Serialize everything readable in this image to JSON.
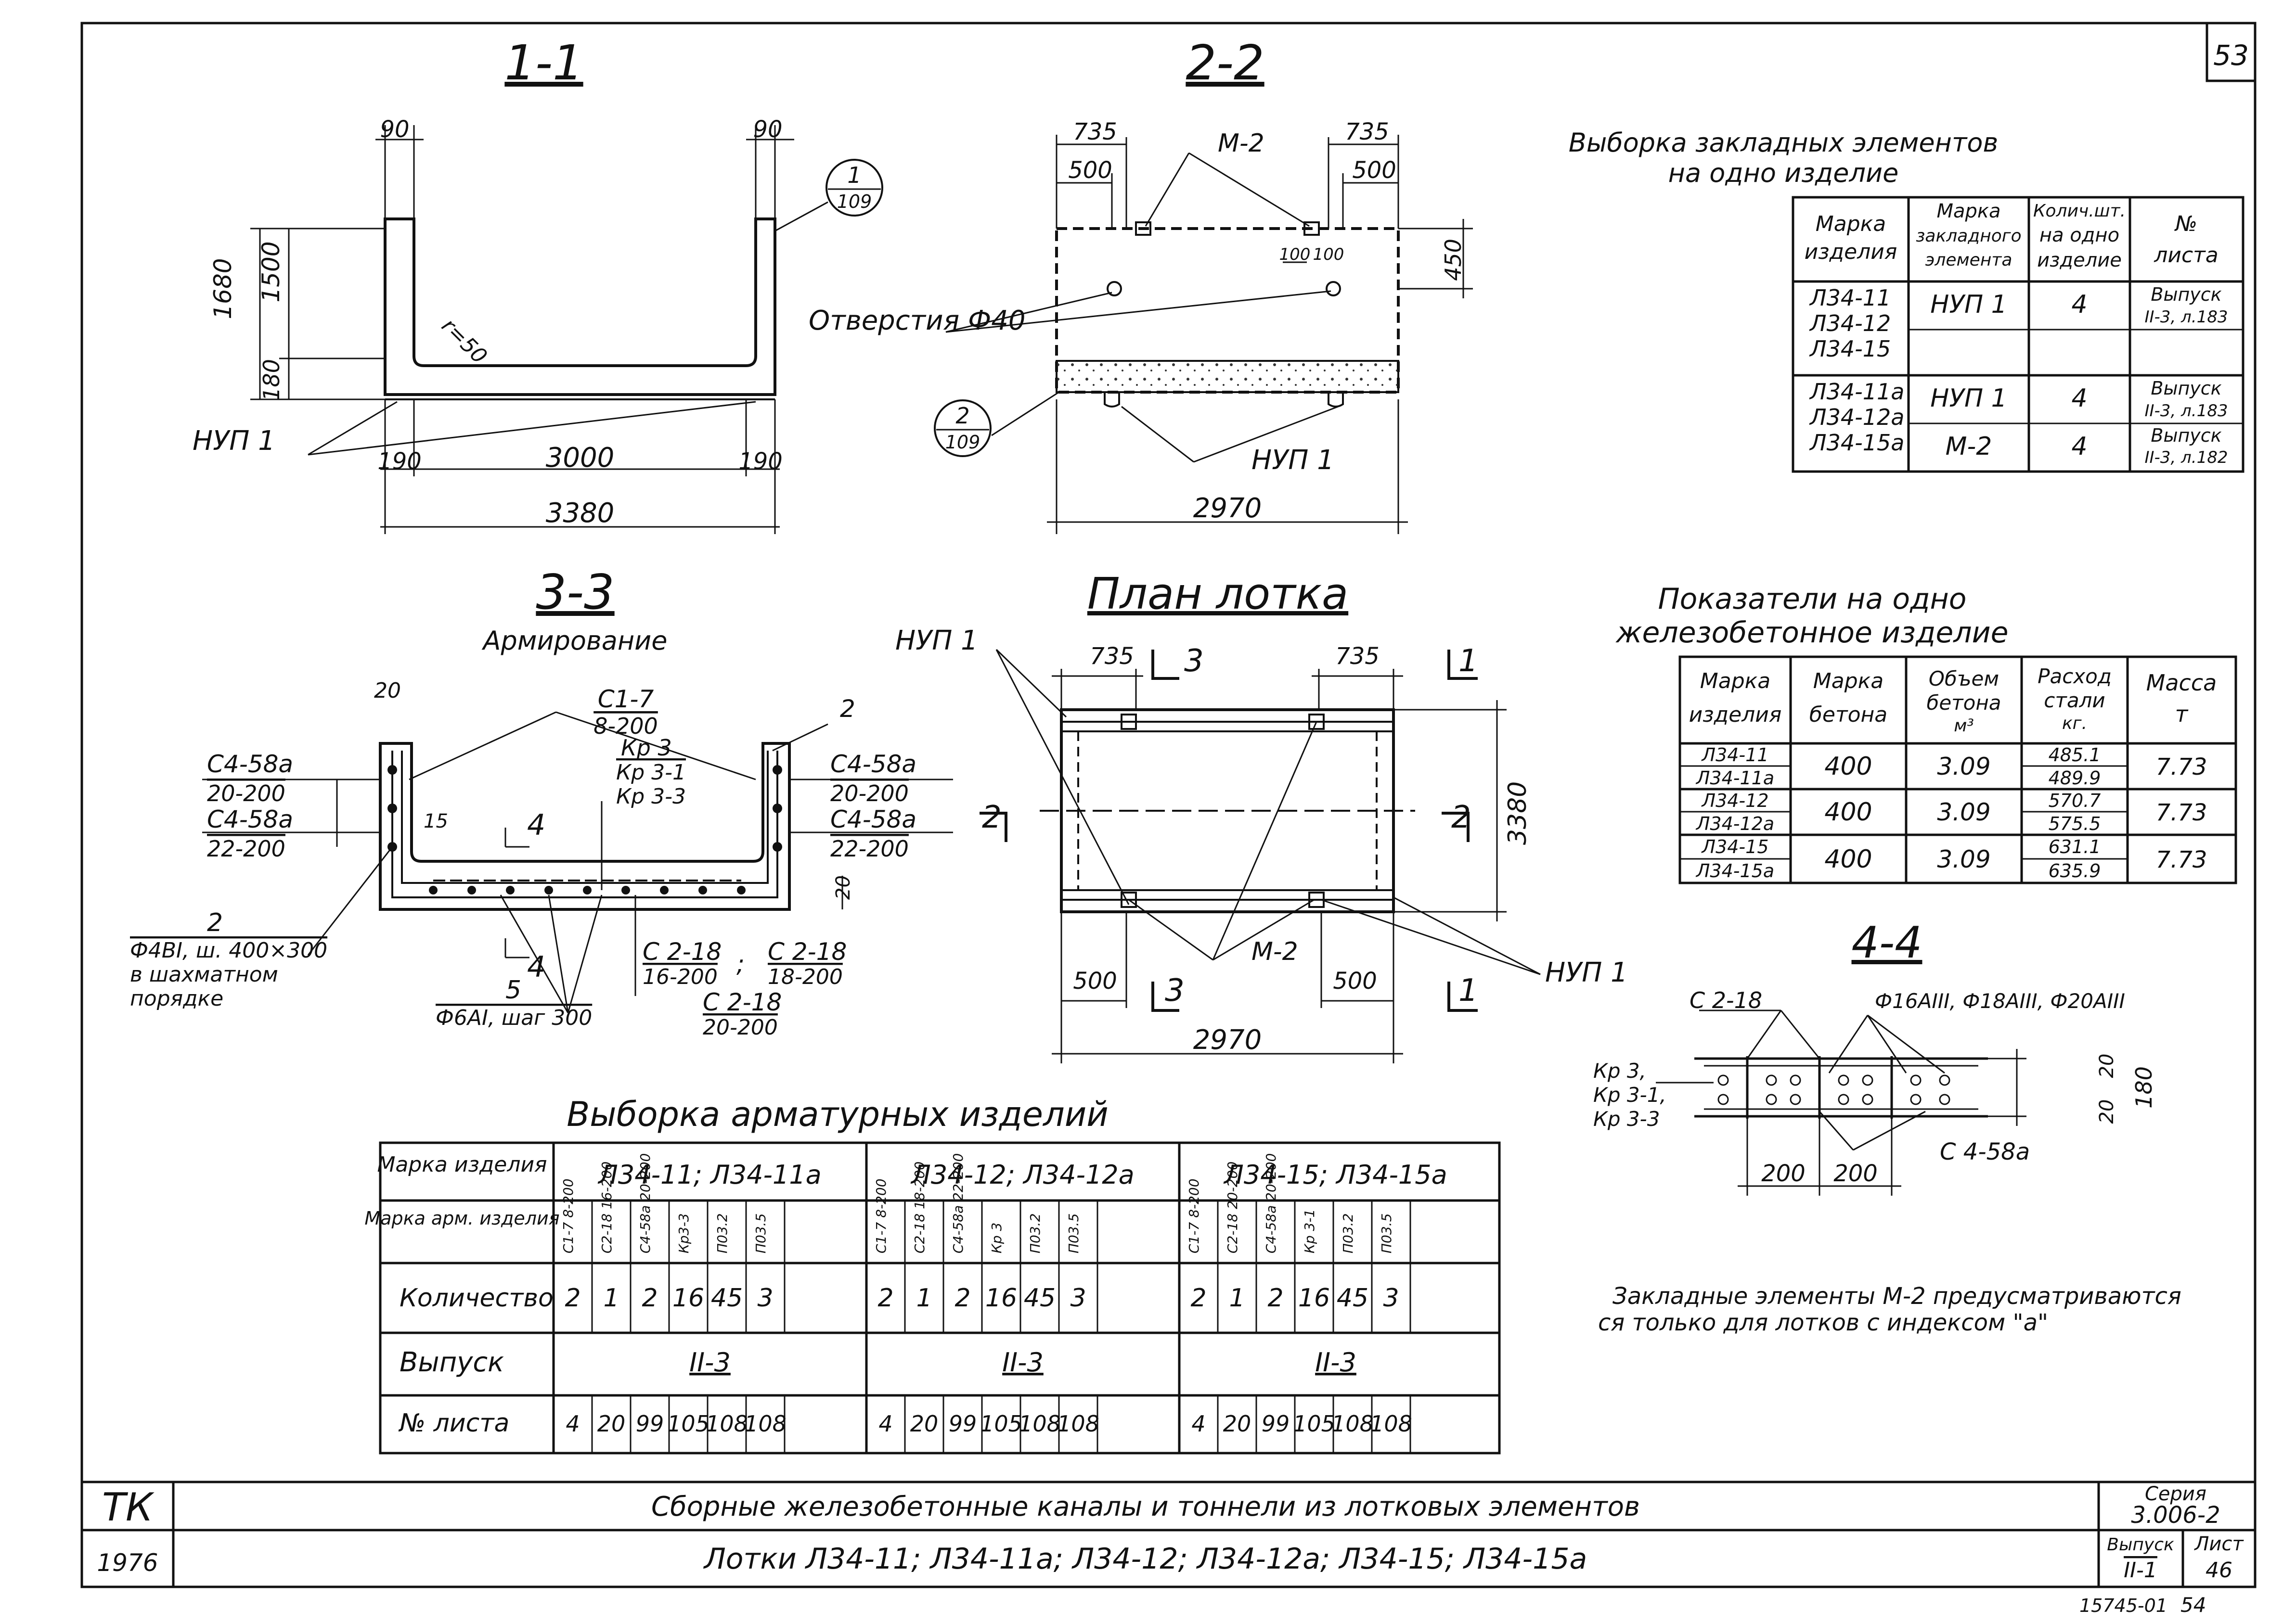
{
  "page_number": "53",
  "section_titles": {
    "s11": "1-1",
    "s22": "2-2",
    "s33": "3-3",
    "s33_sub": "Армирование",
    "plan": "План лотка",
    "s44": "4-4"
  },
  "sec11": {
    "dims_top": [
      "90",
      "90"
    ],
    "dims_left": [
      "1680",
      "1500",
      "180"
    ],
    "radius": "r=50",
    "callout": [
      "1",
      "109"
    ],
    "nup": "НУП 1",
    "dims_bottom": [
      "190",
      "3000",
      "190"
    ],
    "total": "3380"
  },
  "sec22": {
    "dims_top": [
      "735",
      "500",
      "735",
      "500"
    ],
    "m2": "М-2",
    "dim_right": "450",
    "dims_100": [
      "100",
      "100"
    ],
    "holes": "Отверстия Ф40",
    "callout": [
      "2",
      "109"
    ],
    "nup": "НУП 1",
    "total": "2970"
  },
  "sec33": {
    "labels": {
      "n20": "20",
      "c17": "С1-7",
      "c17b": "8-200",
      "n2": "2",
      "c458a_1": "С4-58а",
      "c458a_1b": "20-200",
      "c458a_2": "С4-58а",
      "c458a_2b": "22-200",
      "c458a_3": "С4-58а",
      "c458a_3b": "20-200",
      "c458a_4": "С4-58а",
      "c458a_4b": "22-200",
      "n15": "15",
      "kr3": "Кр 3",
      "kr31": "Кр 3-1",
      "kr33": "Кр 3-3",
      "n20r": "20",
      "mesh_n": "2",
      "mesh_1": "Ф4ВI, ш. 400×300",
      "mesh_2": "в шахматном",
      "mesh_3": "порядке",
      "n5": "5",
      "n5b": "Ф6АI, шаг 300",
      "c218a": "С 2-18",
      "c218ab": "16-200",
      "semi": ";",
      "c218b": "С 2-18",
      "c218bb": "18-200",
      "c218c": "С 2-18",
      "c218cb": "20-200",
      "cut4a": "4",
      "cut4b": "4"
    }
  },
  "plan": {
    "nup_top": "НУП 1",
    "d735a": "735",
    "d735b": "735",
    "cut3a": "3",
    "cut1a": "1",
    "cut2a": "2",
    "cut2b": "2",
    "cut3b": "3",
    "cut1b": "1",
    "d3380": "3380",
    "d500a": "500",
    "d500b": "500",
    "m2": "М-2",
    "nup_right": "НУП 1",
    "d2970": "2970"
  },
  "embed_table": {
    "title_1": "Выборка закладных элементов",
    "title_2": "на одно изделие",
    "headers": [
      "Марка изделия",
      "Марка закладного элемента",
      "Колич. шт. на одно изделие",
      "№ листа"
    ],
    "groups": [
      {
        "marks": [
          "Л34-11",
          "Л34-12",
          "Л34-15"
        ],
        "rows": [
          [
            "НУП 1",
            "4",
            "Выпуск",
            "II-3, л.183"
          ],
          [
            "",
            "",
            "",
            ""
          ]
        ]
      },
      {
        "marks": [
          "Л34-11а",
          "Л34-12а",
          "Л34-15а"
        ],
        "rows": [
          [
            "НУП 1",
            "4",
            "Выпуск",
            "II-3, л.183"
          ],
          [
            "М-2",
            "4",
            "Выпуск",
            "II-3, л.182"
          ]
        ]
      }
    ]
  },
  "indicators_table": {
    "title_1": "Показатели на одно",
    "title_2": "железобетонное изделие",
    "headers": [
      "Марка изделия",
      "Марка бетона",
      "Объем бетона м³",
      "Расход стали кг.",
      "Масса т"
    ],
    "groups": [
      {
        "marks": [
          "Л34-11",
          "Л34-11а"
        ],
        "concrete": "400",
        "volume": "3.09",
        "steel": [
          "485.1",
          "489.9"
        ],
        "mass": "7.73"
      },
      {
        "marks": [
          "Л34-12",
          "Л34-12а"
        ],
        "concrete": "400",
        "volume": "3.09",
        "steel": [
          "570.7",
          "575.5"
        ],
        "mass": "7.73"
      },
      {
        "marks": [
          "Л34-15",
          "Л34-15а"
        ],
        "concrete": "400",
        "volume": "3.09",
        "steel": [
          "631.1",
          "635.9"
        ],
        "mass": "7.73"
      }
    ]
  },
  "sec44": {
    "c218": "С 2-18",
    "bars": "Ф16АIII, Ф18АIII, Ф20АIII",
    "kr": [
      "Кр 3,",
      "Кр 3-1,",
      "Кр 3-3"
    ],
    "c458a": "С 4-58а",
    "d200a": "200",
    "d200b": "200",
    "d20a": "20",
    "d20b": "20",
    "d180": "180"
  },
  "note": {
    "line1": "Закладные элементы М-2 предусматриваются",
    "line2": "ся только для лотков с индексом \"а\""
  },
  "rebar_table": {
    "title": "Выборка арматурных изделий",
    "corner_1": "Марка изделия",
    "corner_2": "Марка арм. изделия",
    "row_labels": [
      "Количество",
      "Выпуск",
      "№ листа"
    ],
    "groups": [
      {
        "name": "Л34-11; Л34-11а",
        "items": [
          "С1-7 8-200",
          "С2-18 16-200",
          "С4-58а 20-200",
          "Кр3-3",
          "П03.2",
          "П03.5"
        ],
        "qty": [
          "2",
          "1",
          "2",
          "16",
          "45",
          "3"
        ],
        "issue": "II-3",
        "sheets": [
          "4",
          "20",
          "99",
          "105",
          "108",
          "108"
        ]
      },
      {
        "name": "Л34-12; Л34-12а",
        "items": [
          "С1-7 8-200",
          "С2-18 18-200",
          "С4-58а 22-200",
          "Кр 3",
          "П03.2",
          "П03.5"
        ],
        "qty": [
          "2",
          "1",
          "2",
          "16",
          "45",
          "3"
        ],
        "issue": "II-3",
        "sheets": [
          "4",
          "20",
          "99",
          "105",
          "108",
          "108"
        ]
      },
      {
        "name": "Л34-15; Л34-15а",
        "items": [
          "С1-7 8-200",
          "С2-18 20-200",
          "С4-58а 20-200",
          "Кр 3-1",
          "П03.2",
          "П03.5"
        ],
        "qty": [
          "2",
          "1",
          "2",
          "16",
          "45",
          "3"
        ],
        "issue": "II-3",
        "sheets": [
          "4",
          "20",
          "99",
          "105",
          "108",
          "108"
        ]
      }
    ]
  },
  "title_block": {
    "org": "ТК",
    "year": "1976",
    "title": "Сборные железобетонные каналы и тоннели из лотковых элементов",
    "subtitle": "Лотки Л34-11; Л34-11а; Л34-12; Л34-12а; Л34-15; Л34-15а",
    "series_label": "Серия",
    "series": "3.006-2",
    "issue_label": "Выпуск",
    "issue": "II-1",
    "sheet_label": "Лист",
    "sheet": "46"
  },
  "footer": {
    "code": "15745-01",
    "page": "54"
  }
}
